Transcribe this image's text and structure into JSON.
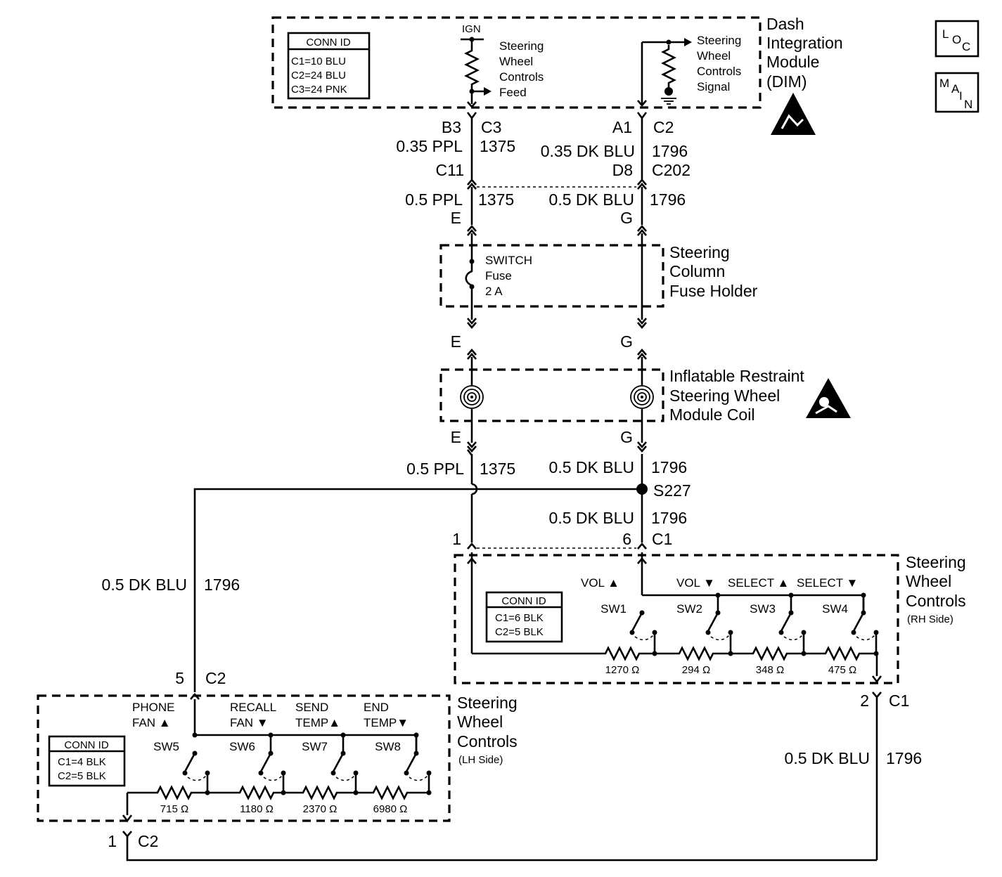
{
  "badges": {
    "loc": [
      "L",
      "O",
      "C"
    ],
    "main": [
      "M",
      "A",
      "I",
      "N"
    ]
  },
  "dim": {
    "title": [
      "Dash",
      "Integration",
      "Module",
      "(DIM)"
    ],
    "conn": {
      "header": "CONN ID",
      "rows": [
        "C1=10 BLU",
        "C2=24 BLU",
        "C3=24 PNK"
      ]
    },
    "ign": "IGN",
    "feed": [
      "Steering",
      "Wheel",
      "Controls",
      "Feed"
    ],
    "signal": [
      "Steering",
      "Wheel",
      "Controls",
      "Signal"
    ]
  },
  "wires": {
    "top_left": {
      "pin": "B3",
      "conn": "C3",
      "gauge": "0.35 PPL",
      "circuit": "1375",
      "pin2": "C11"
    },
    "top_right": {
      "pin": "A1",
      "conn": "C2",
      "gauge": "0.35 DK BLU",
      "circuit": "1796",
      "pin2": "D8",
      "conn2": "C202"
    },
    "mid_left": {
      "gauge": "0.5 PPL",
      "circuit": "1375"
    },
    "mid_right": {
      "gauge": "0.5 DK BLU",
      "circuit": "1796"
    },
    "letter_e": "E",
    "letter_g": "G",
    "low_left": {
      "gauge": "0.5 PPL",
      "circuit": "1375"
    },
    "low_right": {
      "gauge": "0.5 DK BLU",
      "circuit": "1796"
    },
    "splice": "S227",
    "rh_feed": {
      "gauge": "0.5 DK BLU",
      "circuit": "1796",
      "pin_left": "1",
      "pin_right": "6",
      "conn": "C1"
    },
    "lh_feed": {
      "gauge": "0.5 DK BLU",
      "circuit": "1796",
      "pin": "5",
      "conn": "C2"
    },
    "rh_out": {
      "pin": "2",
      "conn": "C1",
      "gauge": "0.5 DK BLU",
      "circuit": "1796"
    },
    "lh_out": {
      "pin": "1",
      "conn": "C2"
    }
  },
  "fuse_holder": {
    "title": [
      "Steering",
      "Column",
      "Fuse Holder"
    ],
    "fuse": [
      "SWITCH",
      "Fuse",
      "2 A"
    ]
  },
  "coil": {
    "title": [
      "Inflatable Restraint",
      "Steering Wheel",
      "Module Coil"
    ]
  },
  "rh": {
    "title": [
      "Steering",
      "Wheel",
      "Controls"
    ],
    "sub": "(RH Side)",
    "conn": {
      "header": "CONN ID",
      "rows": [
        "C1=6 BLK",
        "C2=5 BLK"
      ]
    },
    "switches": [
      {
        "func": "VOL ▲",
        "id": "SW1",
        "res": "1270 Ω"
      },
      {
        "func": "VOL ▼",
        "id": "SW2",
        "res": "294 Ω"
      },
      {
        "func": "SELECT ▲",
        "id": "SW3",
        "res": "348 Ω"
      },
      {
        "func": "SELECT ▼",
        "id": "SW4",
        "res": "475 Ω"
      }
    ]
  },
  "lh": {
    "title": [
      "Steering",
      "Wheel",
      "Controls"
    ],
    "sub": "(LH Side)",
    "conn": {
      "header": "CONN ID",
      "rows": [
        "C1=4 BLK",
        "C2=5 BLK"
      ]
    },
    "switches": [
      {
        "func": [
          "PHONE",
          "FAN ▲"
        ],
        "id": "SW5",
        "res": "715 Ω"
      },
      {
        "func": [
          "RECALL",
          "FAN ▼"
        ],
        "id": "SW6",
        "res": "1180 Ω"
      },
      {
        "func": [
          "SEND",
          "TEMP▲"
        ],
        "id": "SW7",
        "res": "2370 Ω"
      },
      {
        "func": [
          "END",
          "TEMP▼"
        ],
        "id": "SW8",
        "res": "6980 Ω"
      }
    ]
  }
}
